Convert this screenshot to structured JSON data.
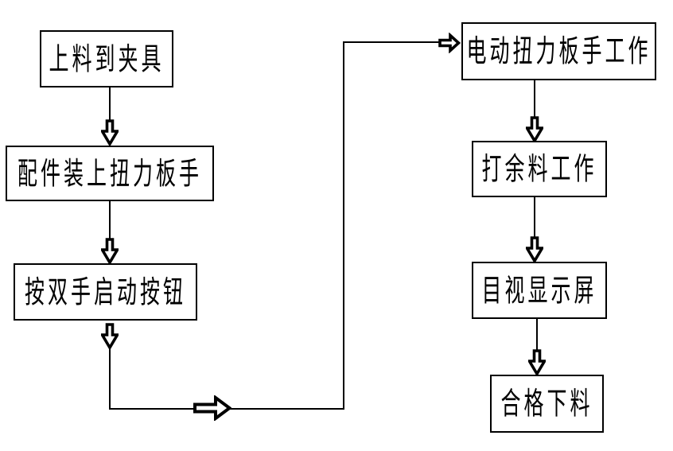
{
  "colors": {
    "background": "#ffffff",
    "stroke": "#000000",
    "box_fill": "#ffffff",
    "text": "#000000"
  },
  "flowchart": {
    "nodes": [
      {
        "id": "load-to-fixture",
        "label": "上料到夹具"
      },
      {
        "id": "fit-part-on-torque-wrench",
        "label": "配件装上扭力板手"
      },
      {
        "id": "press-two-hand-start-button",
        "label": "按双手启动按钮"
      },
      {
        "id": "electric-torque-wrench-works",
        "label": "电动扭力板手工作"
      },
      {
        "id": "remove-excess-material-work",
        "label": "打余料工作"
      },
      {
        "id": "view-display-screen",
        "label": "目视显示屏"
      },
      {
        "id": "qualified-unloading",
        "label": "合格下料"
      }
    ],
    "edges": [
      {
        "from": "上料到夹具",
        "to": "配件装上扭力板手",
        "connector": "hollow-block-arrow-down"
      },
      {
        "from": "配件装上扭力板手",
        "to": "按双手启动按钮",
        "connector": "hollow-block-arrow-down"
      },
      {
        "from": "按双手启动按钮",
        "to": "电动扭力板手工作",
        "connector": "elbow-line-with-hollow-block-arrows-right"
      },
      {
        "from": "电动扭力板手工作",
        "to": "打余料工作",
        "connector": "hollow-block-arrow-down"
      },
      {
        "from": "打余料工作",
        "to": "目视显示屏",
        "connector": "hollow-block-arrow-down"
      },
      {
        "from": "目视显示屏",
        "to": "合格下料",
        "connector": "hollow-block-arrow-down"
      }
    ]
  }
}
